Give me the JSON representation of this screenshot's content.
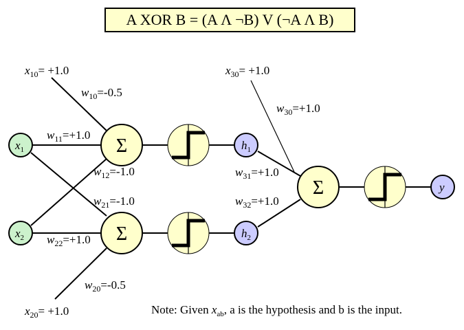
{
  "title": "A XOR B = (A Λ ¬B) V (¬A Λ B)",
  "colors": {
    "input_node": "#ccf2cc",
    "sum_node": "#ffffcc",
    "hidden_node": "#ccccff",
    "title_bg": "#ffffcc"
  },
  "nodes": {
    "x1": {
      "var": "x",
      "sub": "1"
    },
    "x2": {
      "var": "x",
      "sub": "2"
    },
    "sum1": {
      "symbol": "Σ"
    },
    "sum2": {
      "symbol": "Σ"
    },
    "sum3": {
      "symbol": "Σ"
    },
    "h1": {
      "var": "h",
      "sub": "1"
    },
    "h2": {
      "var": "h",
      "sub": "2"
    },
    "y": {
      "var": "y"
    }
  },
  "bias": {
    "x10": {
      "var": "x",
      "sub": "10",
      "value": "= +1.0"
    },
    "x20": {
      "var": "x",
      "sub": "20",
      "value": "= +1.0"
    },
    "x30": {
      "var": "x",
      "sub": "30",
      "value": "= +1.0"
    }
  },
  "weights": {
    "w10": {
      "var": "w",
      "sub": "10",
      "value": "=-0.5"
    },
    "w11": {
      "var": "w",
      "sub": "11",
      "value": "=+1.0"
    },
    "w12": {
      "var": "w",
      "sub": "12",
      "value": "=-1.0"
    },
    "w21": {
      "var": "w",
      "sub": "21",
      "value": "=-1.0"
    },
    "w22": {
      "var": "w",
      "sub": "22",
      "value": "=+1.0"
    },
    "w20": {
      "var": "w",
      "sub": "20",
      "value": "=-0.5"
    },
    "w30": {
      "var": "w",
      "sub": "30",
      "value": "=+1.0"
    },
    "w31": {
      "var": "w",
      "sub": "31",
      "value": "=+1.0"
    },
    "w32": {
      "var": "w",
      "sub": "32",
      "value": "=+1.0"
    }
  },
  "note": {
    "prefix": "Note: Given ",
    "var": "x",
    "sub": "ab",
    "suffix": ", a is the hypothesis and b is the input."
  }
}
